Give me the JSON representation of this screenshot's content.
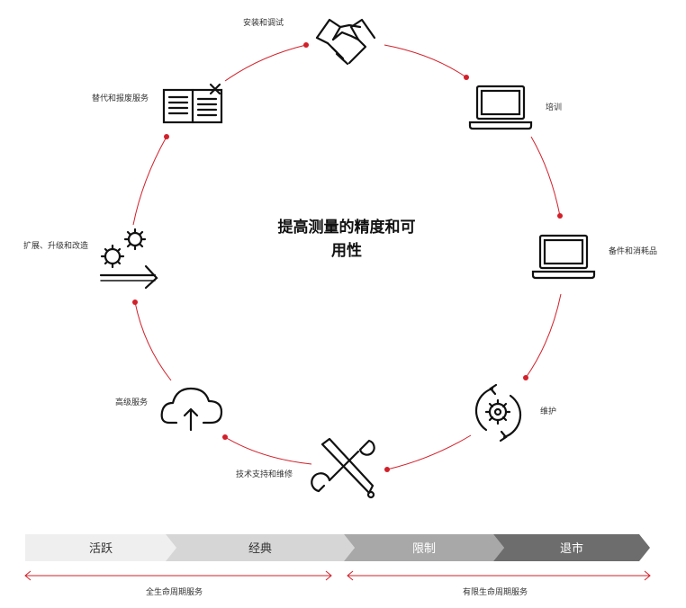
{
  "center": {
    "title_line1": "提高测量的精度和可",
    "title_line2": "用性"
  },
  "cycle": {
    "accent_color": "#d2202a",
    "items": [
      {
        "label": "安装和调试",
        "icon": "handshake-icon"
      },
      {
        "label": "培训",
        "icon": "laptop-icon"
      },
      {
        "label": "备件和消耗品",
        "icon": "laptop-icon"
      },
      {
        "label": "维护",
        "icon": "gear-refresh-icon"
      },
      {
        "label": "技术支持和维修",
        "icon": "tools-icon"
      },
      {
        "label": "高级服务",
        "icon": "cloud-upload-icon"
      },
      {
        "label": "扩展、升级和改造",
        "icon": "gears-arrow-icon"
      },
      {
        "label": "替代和报废服务",
        "icon": "document-close-icon"
      }
    ]
  },
  "lifecycle": {
    "stages": [
      {
        "label": "活跃",
        "color": "#efefef",
        "text_color": "#333333"
      },
      {
        "label": "经典",
        "color": "#d6d6d6",
        "text_color": "#333333"
      },
      {
        "label": "限制",
        "color": "#a8a8a8",
        "text_color": "#ffffff"
      },
      {
        "label": "退市",
        "color": "#6d6d6d",
        "text_color": "#ffffff"
      }
    ],
    "ranges": [
      {
        "label": "全生命周期服务"
      },
      {
        "label": "有限生命周期服务"
      }
    ]
  }
}
